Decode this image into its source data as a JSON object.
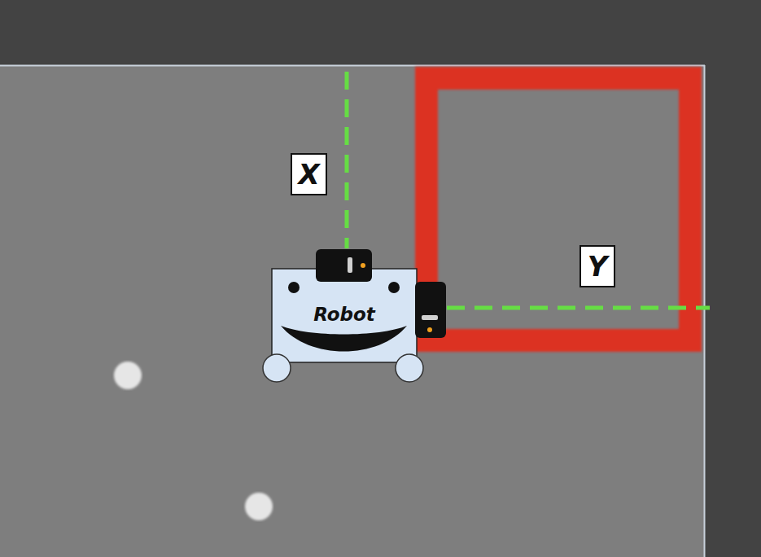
{
  "diagram": {
    "nodes": [
      {
        "text": [
          "X"
        ]
      },
      {
        "text": [
          "Y"
        ]
      },
      {
        "text": [
          "Robot"
        ]
      }
    ]
  }
}
